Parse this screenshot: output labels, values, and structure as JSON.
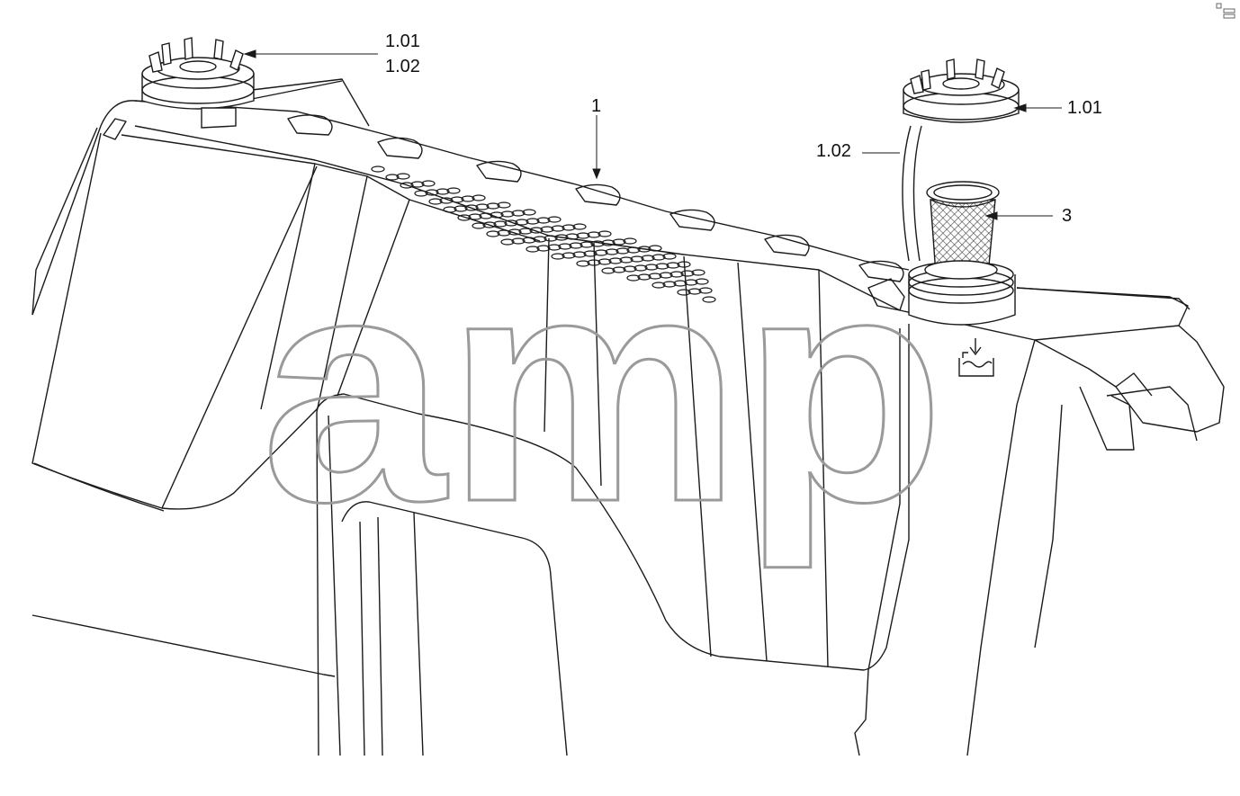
{
  "callouts": {
    "left_cap_a": "1.01",
    "left_cap_b": "1.02",
    "tank": "1",
    "right_cap_a": "1.01",
    "right_cap_b": "1.02",
    "strainer": "3"
  },
  "watermark": {
    "text": "amp"
  },
  "colors": {
    "line": "#1a1a1a",
    "hatch": "#555555",
    "watermark_stroke": "#9a9a9a",
    "background": "#ffffff"
  }
}
